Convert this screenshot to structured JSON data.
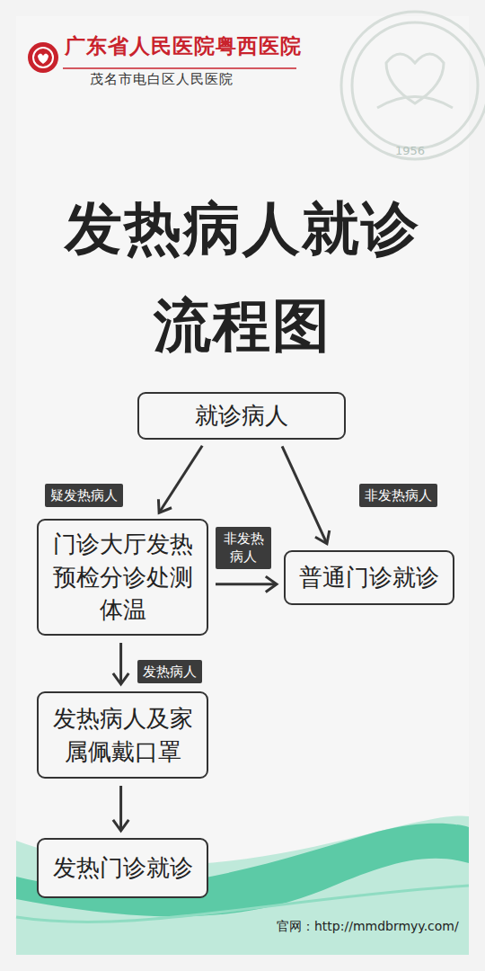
{
  "diagram": {
    "title": "发热病人就诊 流程图",
    "nodes": [
      {
        "text": [
          "就诊病人"
        ]
      },
      {
        "text": [
          "门诊大厅发热预检分诊处测体温"
        ]
      },
      {
        "text": [
          "普通门诊就诊"
        ]
      },
      {
        "text": [
          "发热病人及家属佩戴口罩"
        ]
      },
      {
        "text": [
          "发热门诊就诊"
        ]
      }
    ],
    "edges": [
      {
        "from": 0,
        "to": 1,
        "label": "疑发热病人",
        "arrow": "to"
      },
      {
        "from": 0,
        "to": 2,
        "label": "非发热病人",
        "arrow": "to"
      },
      {
        "from": 1,
        "to": 2,
        "label": "非发热病人",
        "arrow": "to"
      },
      {
        "from": 1,
        "to": 3,
        "label": "发热病人",
        "arrow": "to"
      },
      {
        "from": 3,
        "to": 4,
        "arrow": "to"
      }
    ],
    "labels": [
      "广东省人民医院粤西医院",
      "茂名市电白区人民医院",
      "1956",
      "官网：http://mmdbrmyy.com/"
    ]
  }
}
